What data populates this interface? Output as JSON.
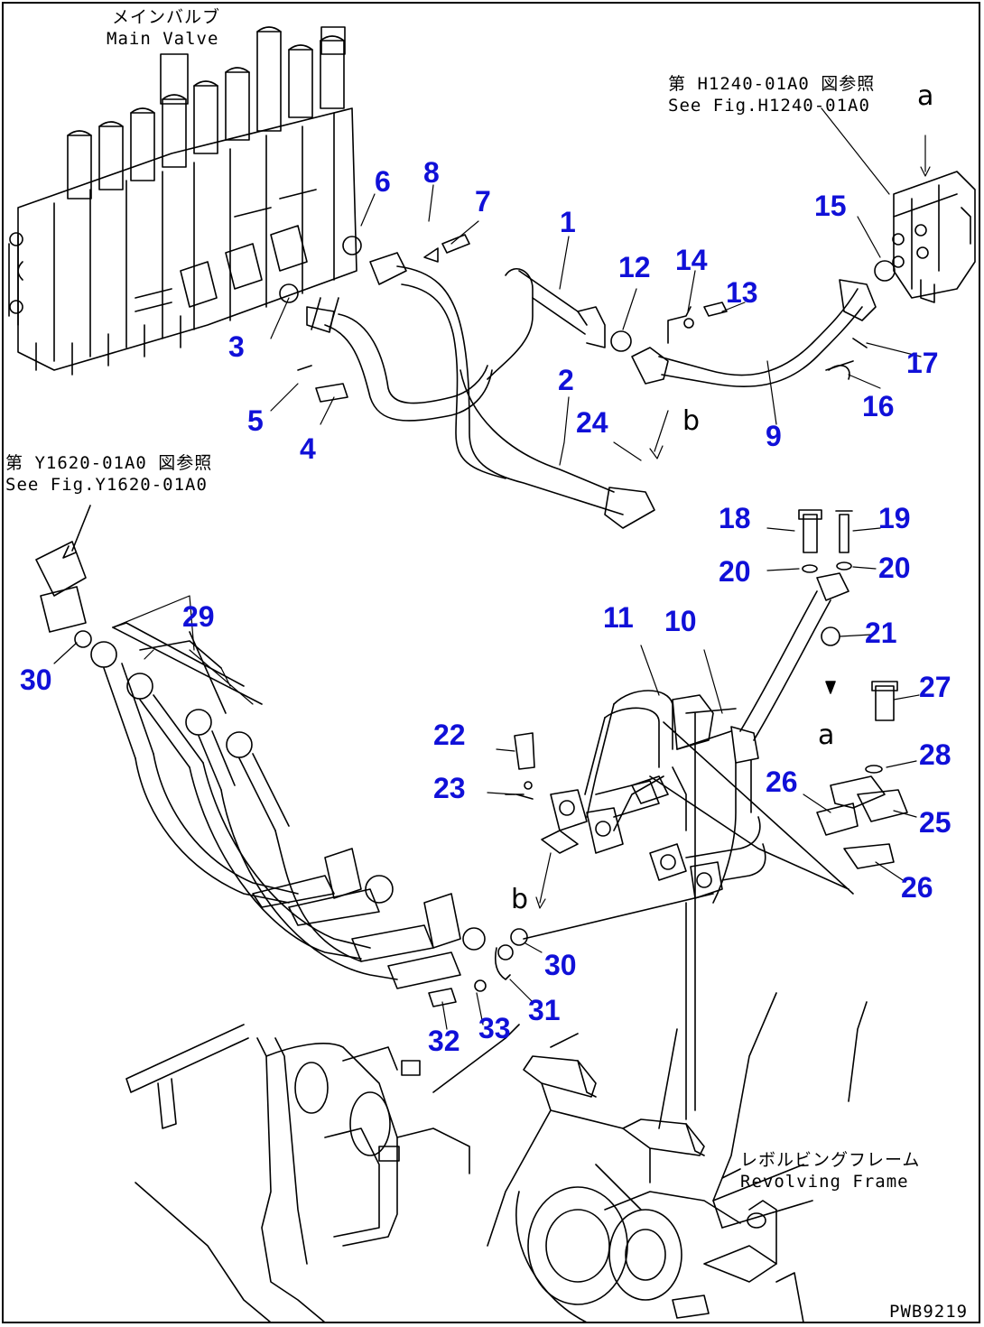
{
  "notes": {
    "main_valve_jp": "メインバルブ",
    "main_valve_en": "Main Valve",
    "ref_h1240_jp": "第 H1240-01A0 図参照",
    "ref_h1240_en": "See Fig.H1240-01A0",
    "ref_y1620_jp": "第 Y1620-01A0 図参照",
    "ref_y1620_en": "See Fig.Y1620-01A0",
    "revolving_frame_jp": "レボルビングフレーム",
    "revolving_frame_en": "Revolving Frame"
  },
  "arrow_labels": {
    "a_top": "a",
    "a_mid": "a",
    "b_top": "b",
    "b_low": "b"
  },
  "figure_number": "PWB9219",
  "callouts": {
    "c1": "1",
    "c2": "2",
    "c3": "3",
    "c4": "4",
    "c5": "5",
    "c6": "6",
    "c7": "7",
    "c8": "8",
    "c9": "9",
    "c10": "10",
    "c11": "11",
    "c12": "12",
    "c13": "13",
    "c14": "14",
    "c15": "15",
    "c16": "16",
    "c17": "17",
    "c18": "18",
    "c19": "19",
    "c20a": "20",
    "c20b": "20",
    "c21": "21",
    "c22": "22",
    "c23": "23",
    "c24": "24",
    "c25": "25",
    "c26a": "26",
    "c26b": "26",
    "c27": "27",
    "c28": "28",
    "c29": "29",
    "c30a": "30",
    "c30b": "30",
    "c31": "31",
    "c32": "32",
    "c33": "33"
  },
  "colors": {
    "callout": "#1010d8",
    "line": "#000000",
    "background": "#ffffff"
  }
}
